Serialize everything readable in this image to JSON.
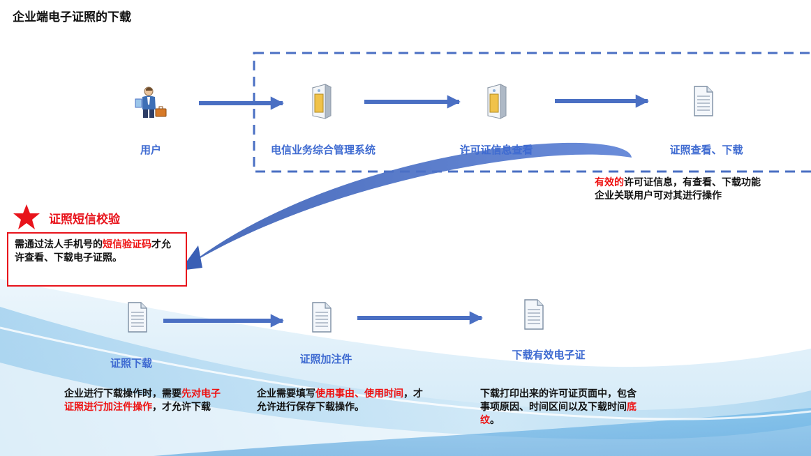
{
  "title": "企业端电子证照的下载",
  "colors": {
    "arrow": "#4a6fc3",
    "label": "#3f6bd1",
    "highlight": "#ee1111",
    "dashed_border": "#4a6fc3"
  },
  "top_flow": [
    {
      "label": "用户",
      "icon": "user-icon"
    },
    {
      "label": "电信业务综合管理系统",
      "icon": "server-icon"
    },
    {
      "label": "许可证信息查看",
      "icon": "server-icon"
    },
    {
      "label": "证照查看、下载",
      "icon": "document-icon"
    }
  ],
  "top_note": {
    "line1_red": "有效的",
    "line1_rest": "许可证信息，有查看、下载功能",
    "line2": "企业关联用户可对其进行操作"
  },
  "sms_check": {
    "title": "证照短信校验",
    "icon": "star-icon",
    "part1": "需通过法人手机号的",
    "part2_red": "短信验证码",
    "part3": "才允许查看、下载电子证照。"
  },
  "bottom_flow": [
    {
      "label": "证照下载",
      "icon": "document-icon"
    },
    {
      "label": "证照加注件",
      "icon": "document-icon"
    },
    {
      "label": "下载有效电子证",
      "icon": "document-icon"
    }
  ],
  "bottom_notes": [
    {
      "part1": "企业进行下载操作时，需要",
      "part2_red": "先对电子证照进行加注件操作",
      "part3": "，才允许下载"
    },
    {
      "part1": "企业需要填写",
      "part2_red": "使用事由、使用时间",
      "part3": "，才允许进行保存下载操作。"
    },
    {
      "part1": "下载打印出来的许可证页面中，包含事项原因、时间区间以及下载时间",
      "part2_red": "底纹",
      "part3": "。"
    }
  ]
}
